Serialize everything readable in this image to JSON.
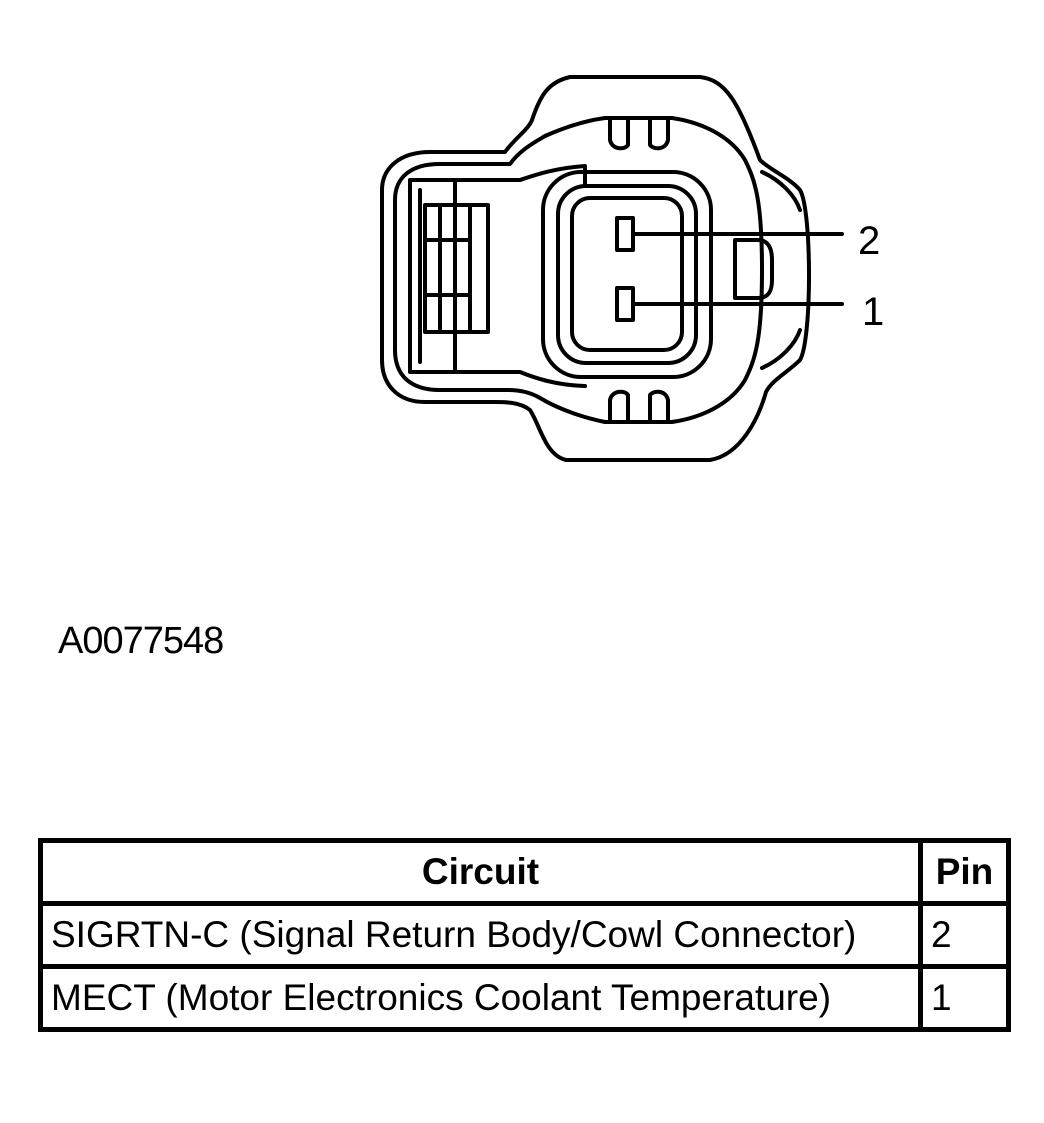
{
  "figure_id": "A0077548",
  "connector": {
    "pin_labels": [
      "2",
      "1"
    ]
  },
  "table": {
    "headers": {
      "circuit": "Circuit",
      "pin": "Pin"
    },
    "rows": [
      {
        "circuit": "SIGRTN-C (Signal Return Body/Cowl Connector)",
        "pin": "2"
      },
      {
        "circuit": "MECT (Motor Electronics Coolant Temperature)",
        "pin": "1"
      }
    ]
  }
}
